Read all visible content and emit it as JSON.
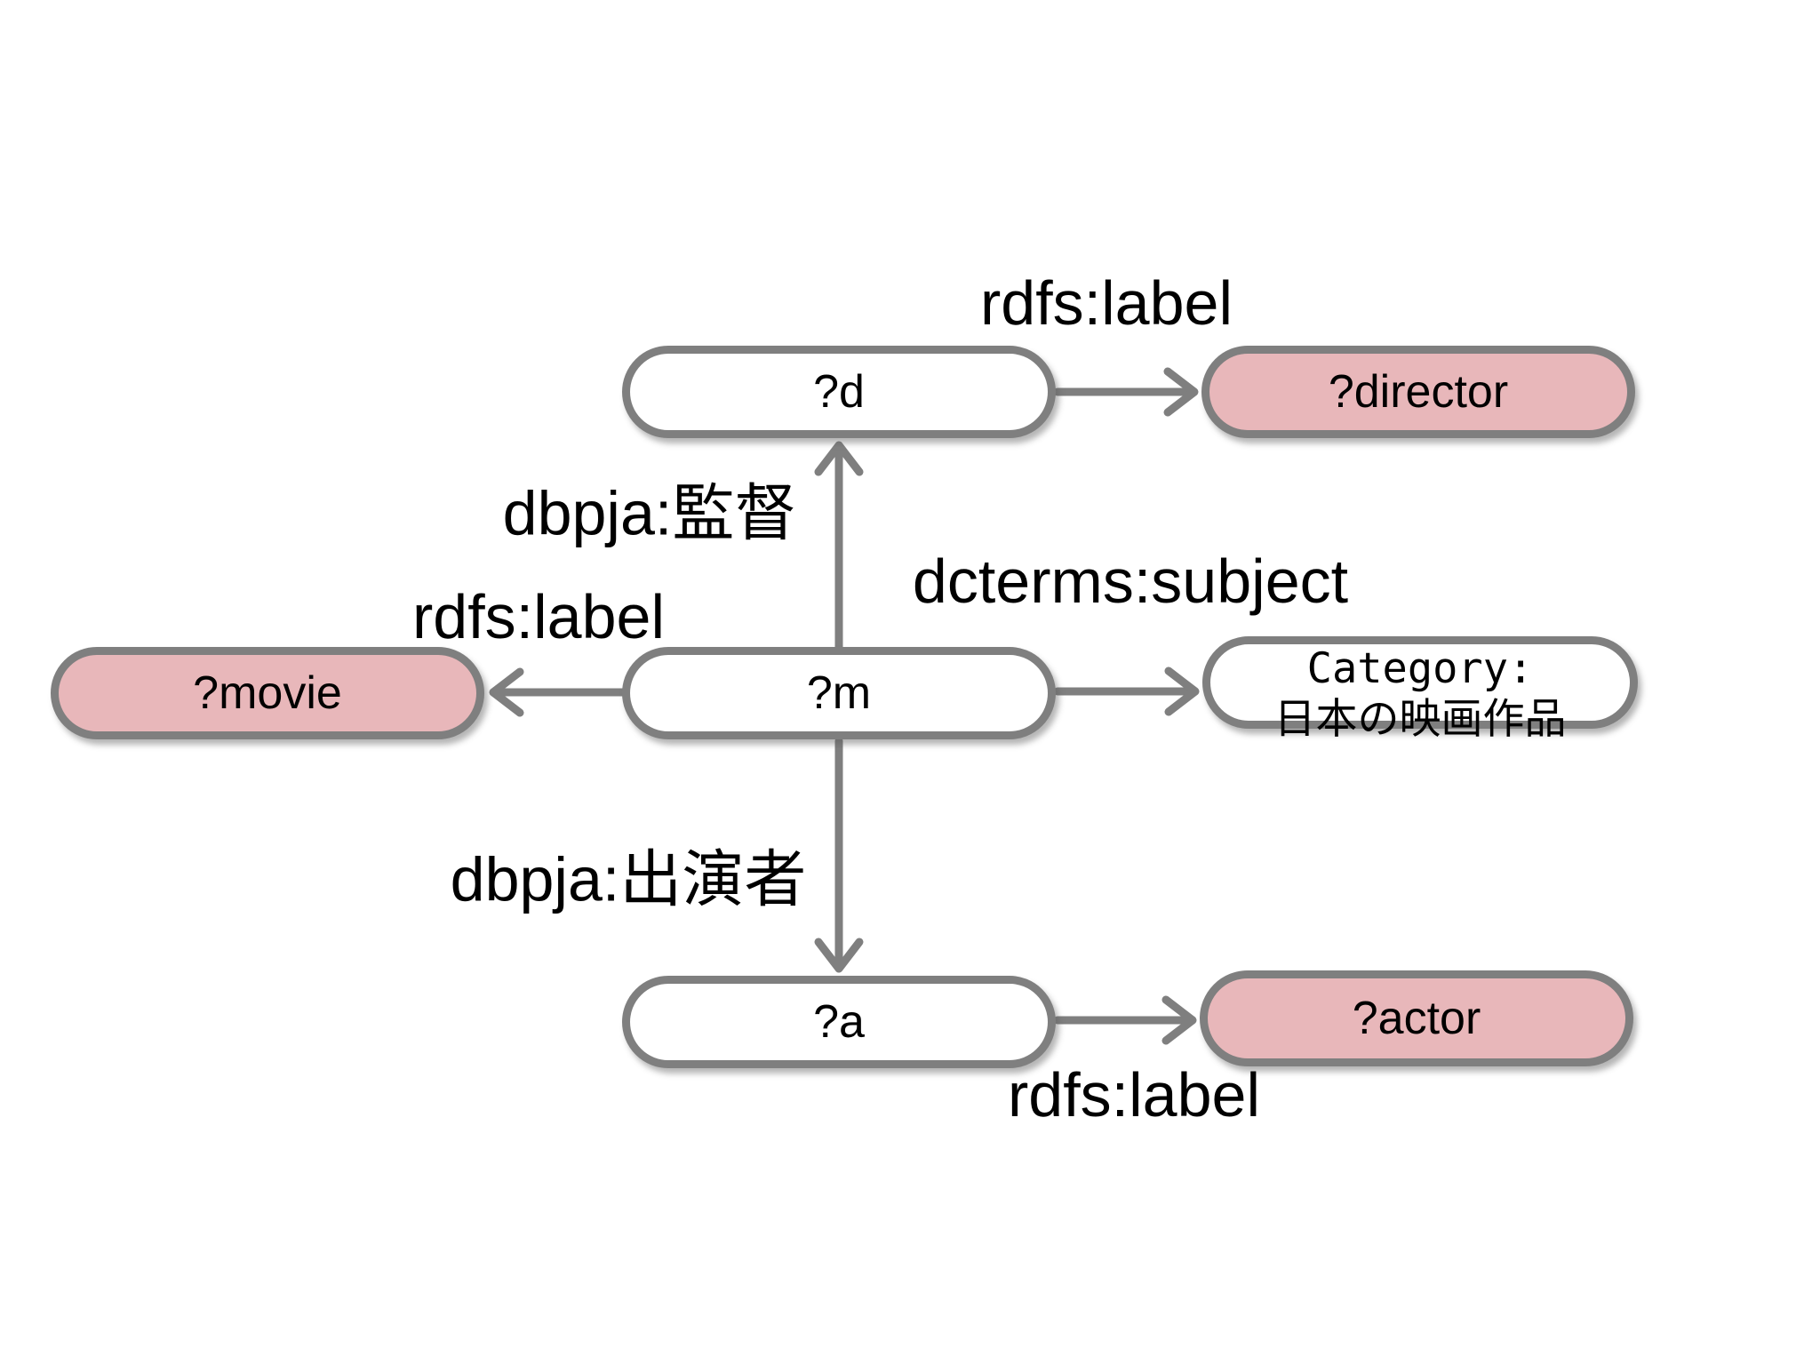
{
  "page": {
    "background": "#ffffff"
  },
  "colors": {
    "page_bg": "#ffffff",
    "node_border": "#7f7f7f",
    "arrow": "#7f7f7f",
    "pink_fill": "#e8b7ba",
    "white_fill": "#ffffff",
    "text": "#000000"
  },
  "nodes": {
    "d": {
      "label": "?d"
    },
    "director": {
      "label": "?director"
    },
    "movie": {
      "label": "?movie"
    },
    "m": {
      "label": "?m"
    },
    "category": {
      "line1": "Category:",
      "line2": "日本の映画作品"
    },
    "a": {
      "label": "?a"
    },
    "actor": {
      "label": "?actor"
    }
  },
  "edges": {
    "d_to_director": {
      "label": "rdfs:label"
    },
    "m_to_d": {
      "label": "dbpja:監督"
    },
    "m_to_movie": {
      "label": "rdfs:label"
    },
    "m_to_category": {
      "label": "dcterms:subject"
    },
    "m_to_a": {
      "label": "dbpja:出演者"
    },
    "a_to_actor": {
      "label": "rdfs:label"
    }
  }
}
